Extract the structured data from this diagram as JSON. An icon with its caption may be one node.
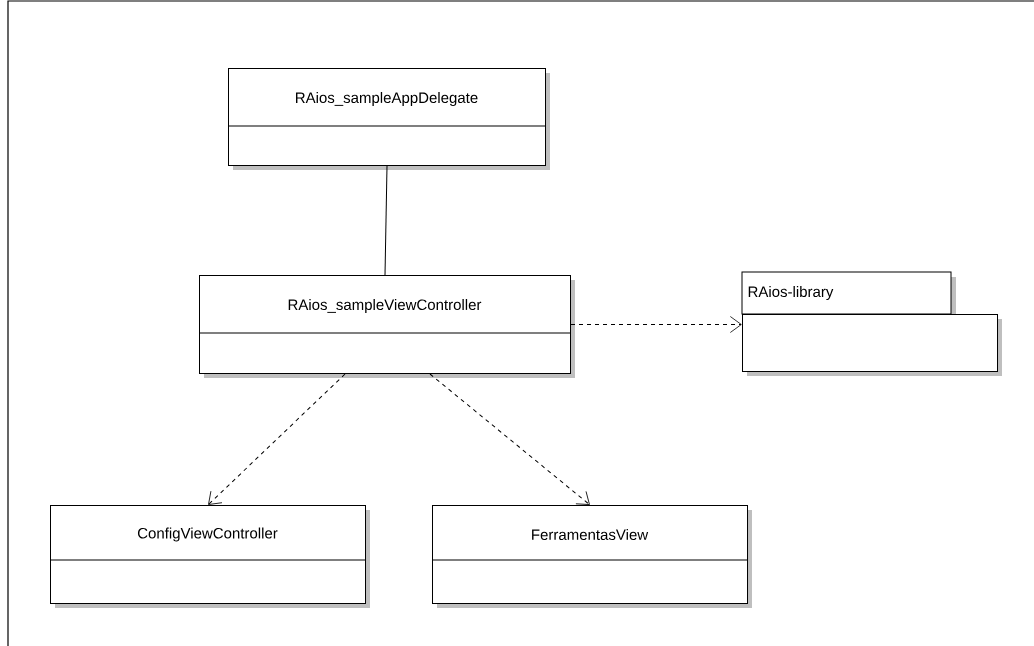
{
  "diagram": {
    "nodes": [
      {
        "text": [
          "RAios_sampleAppDelegate"
        ]
      },
      {
        "text": [
          "RAios_sampleViewController"
        ]
      },
      {
        "text": [
          "RAios-library"
        ]
      },
      {
        "text": [
          "ConfigViewController"
        ]
      },
      {
        "text": [
          "FerramentasView"
        ]
      }
    ],
    "edges": [
      {
        "from": 0,
        "to": 1,
        "arrow": "none"
      },
      {
        "from": 1,
        "to": 2,
        "arrow": "to",
        "style": "dashed"
      },
      {
        "from": 1,
        "to": 3,
        "arrow": "to",
        "style": "dashed"
      },
      {
        "from": 1,
        "to": 4,
        "arrow": "to",
        "style": "dashed"
      }
    ]
  }
}
